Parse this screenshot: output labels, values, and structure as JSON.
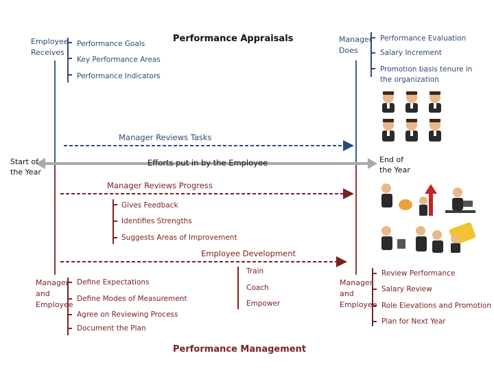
{
  "title": "Performance Appraisals",
  "footer_title": "Performance Management",
  "colors": {
    "blue": "#2c4a78",
    "brown": "#7a2222",
    "gray_arrow": "#a9a9a9"
  },
  "employee_receives": {
    "label_line1": "Employee",
    "label_line2": "Receives",
    "items": [
      "Performance Goals",
      "Key Performance Areas",
      "Performance Indicators"
    ]
  },
  "manager_does": {
    "label_line1": "Manager",
    "label_line2": "Does",
    "items": [
      "Performance Evaluation",
      "Salary Increment",
      "Promotion basis tenure in",
      "the organization"
    ]
  },
  "timeline": {
    "start_line1": "Start of",
    "start_line2": "the Year",
    "end_line1": "End of",
    "end_line2": "the Year",
    "efforts": "Efforts put in by the Employee",
    "manager_reviews_tasks": "Manager Reviews Tasks"
  },
  "progress": {
    "title": "Manager Reviews Progress",
    "items": [
      "Gives Feedback",
      "Identifies Strengths",
      "Suggests Areas of Improvement"
    ]
  },
  "development": {
    "title": "Employee Development",
    "items": [
      "Train",
      "Coach",
      "Empower"
    ]
  },
  "left_bottom": {
    "label_line1": "Manager",
    "label_line2": "and",
    "label_line3": "Employee",
    "items": [
      "Define Expectations",
      "Define Modes of Measurement",
      "Agree on Reviewing Process",
      "Document the Plan"
    ]
  },
  "right_bottom": {
    "label_line1": "Manager",
    "label_line2": "and",
    "label_line3": "Employee",
    "items": [
      "Review Performance",
      "Salary Review",
      "Role Elevations and Promotion",
      "Plan for Next Year"
    ]
  }
}
